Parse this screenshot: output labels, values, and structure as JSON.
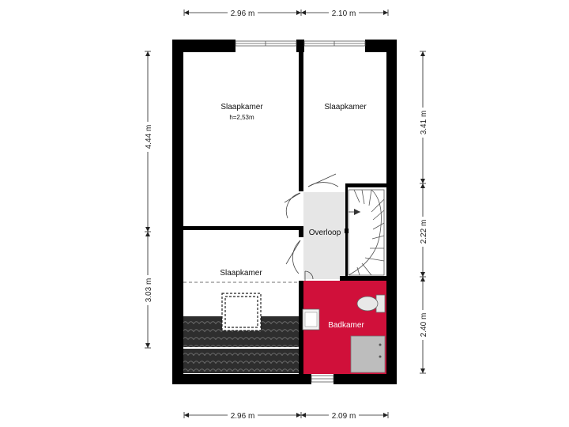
{
  "dimensions": {
    "top_left": "2.96 m",
    "top_right": "2.10 m",
    "bottom_left": "2.96 m",
    "bottom_right": "2.09 m",
    "left_upper": "4.44 m",
    "left_lower": "3.03 m",
    "right_upper": "3.41 m",
    "right_middle": "2.22 m",
    "right_lower": "2.40 m"
  },
  "rooms": {
    "bedroom_1": "Slaapkamer",
    "bedroom_1_height": "h=2,53m",
    "bedroom_2": "Slaapkamer",
    "bedroom_3": "Slaapkamer",
    "landing": "Overloop",
    "bathroom": "Badkamer"
  },
  "colors": {
    "wall": "#000000",
    "bathroom_fill": "#d0103a",
    "landing_fill": "#e6e6e6",
    "fixture_fill": "#bdbdbd",
    "roof_tile": "#3a3a3a"
  }
}
